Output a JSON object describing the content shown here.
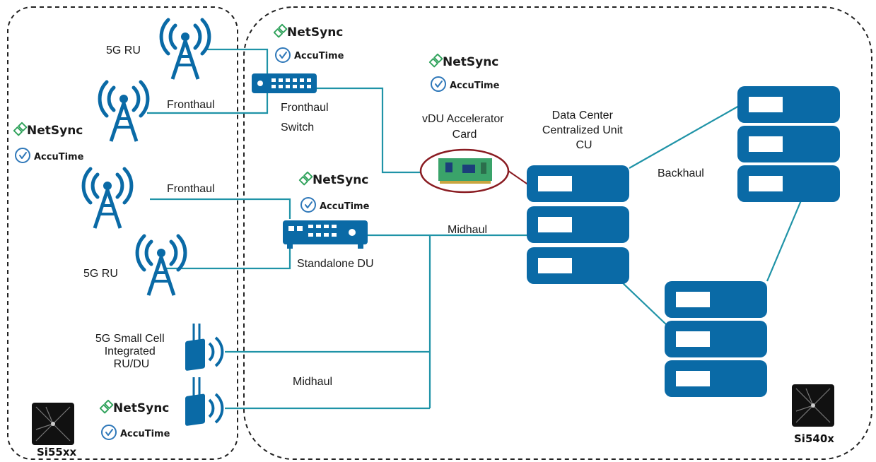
{
  "colors": {
    "network_blue": "#0a6aa6",
    "link_teal": "#1f93a7",
    "netsync_green": "#2fa25b",
    "accutime_blue": "#2f78b9",
    "card_ring": "#8a1c22",
    "card_pcb": "#3aa36a"
  },
  "labels": {
    "ru_top": "5G RU",
    "fronthaul_top": "Fronthaul",
    "fronthaul_switch": [
      "Fronthaul",
      "Switch"
    ],
    "fronthaul_mid": "Fronthaul",
    "ru_bottom": "5G RU",
    "standalone_du": "Standalone DU",
    "midhaul_top": "Midhaul",
    "small_cell": [
      "5G Small Cell",
      "Integrated",
      "RU/DU"
    ],
    "midhaul_bottom": "Midhaul",
    "vdu_card": [
      "vDU Accelerator",
      "Card"
    ],
    "data_center": [
      "Data Center",
      "Centralized Unit",
      "CU"
    ],
    "backhaul": "Backhaul"
  },
  "chips": {
    "left": "Si55xx",
    "right": "Si540x"
  },
  "branding": {
    "netsync": "NetSync",
    "accutime": "AccuTime",
    "icons": [
      "netsync-logo-icon",
      "accutime-clock-icon"
    ]
  }
}
